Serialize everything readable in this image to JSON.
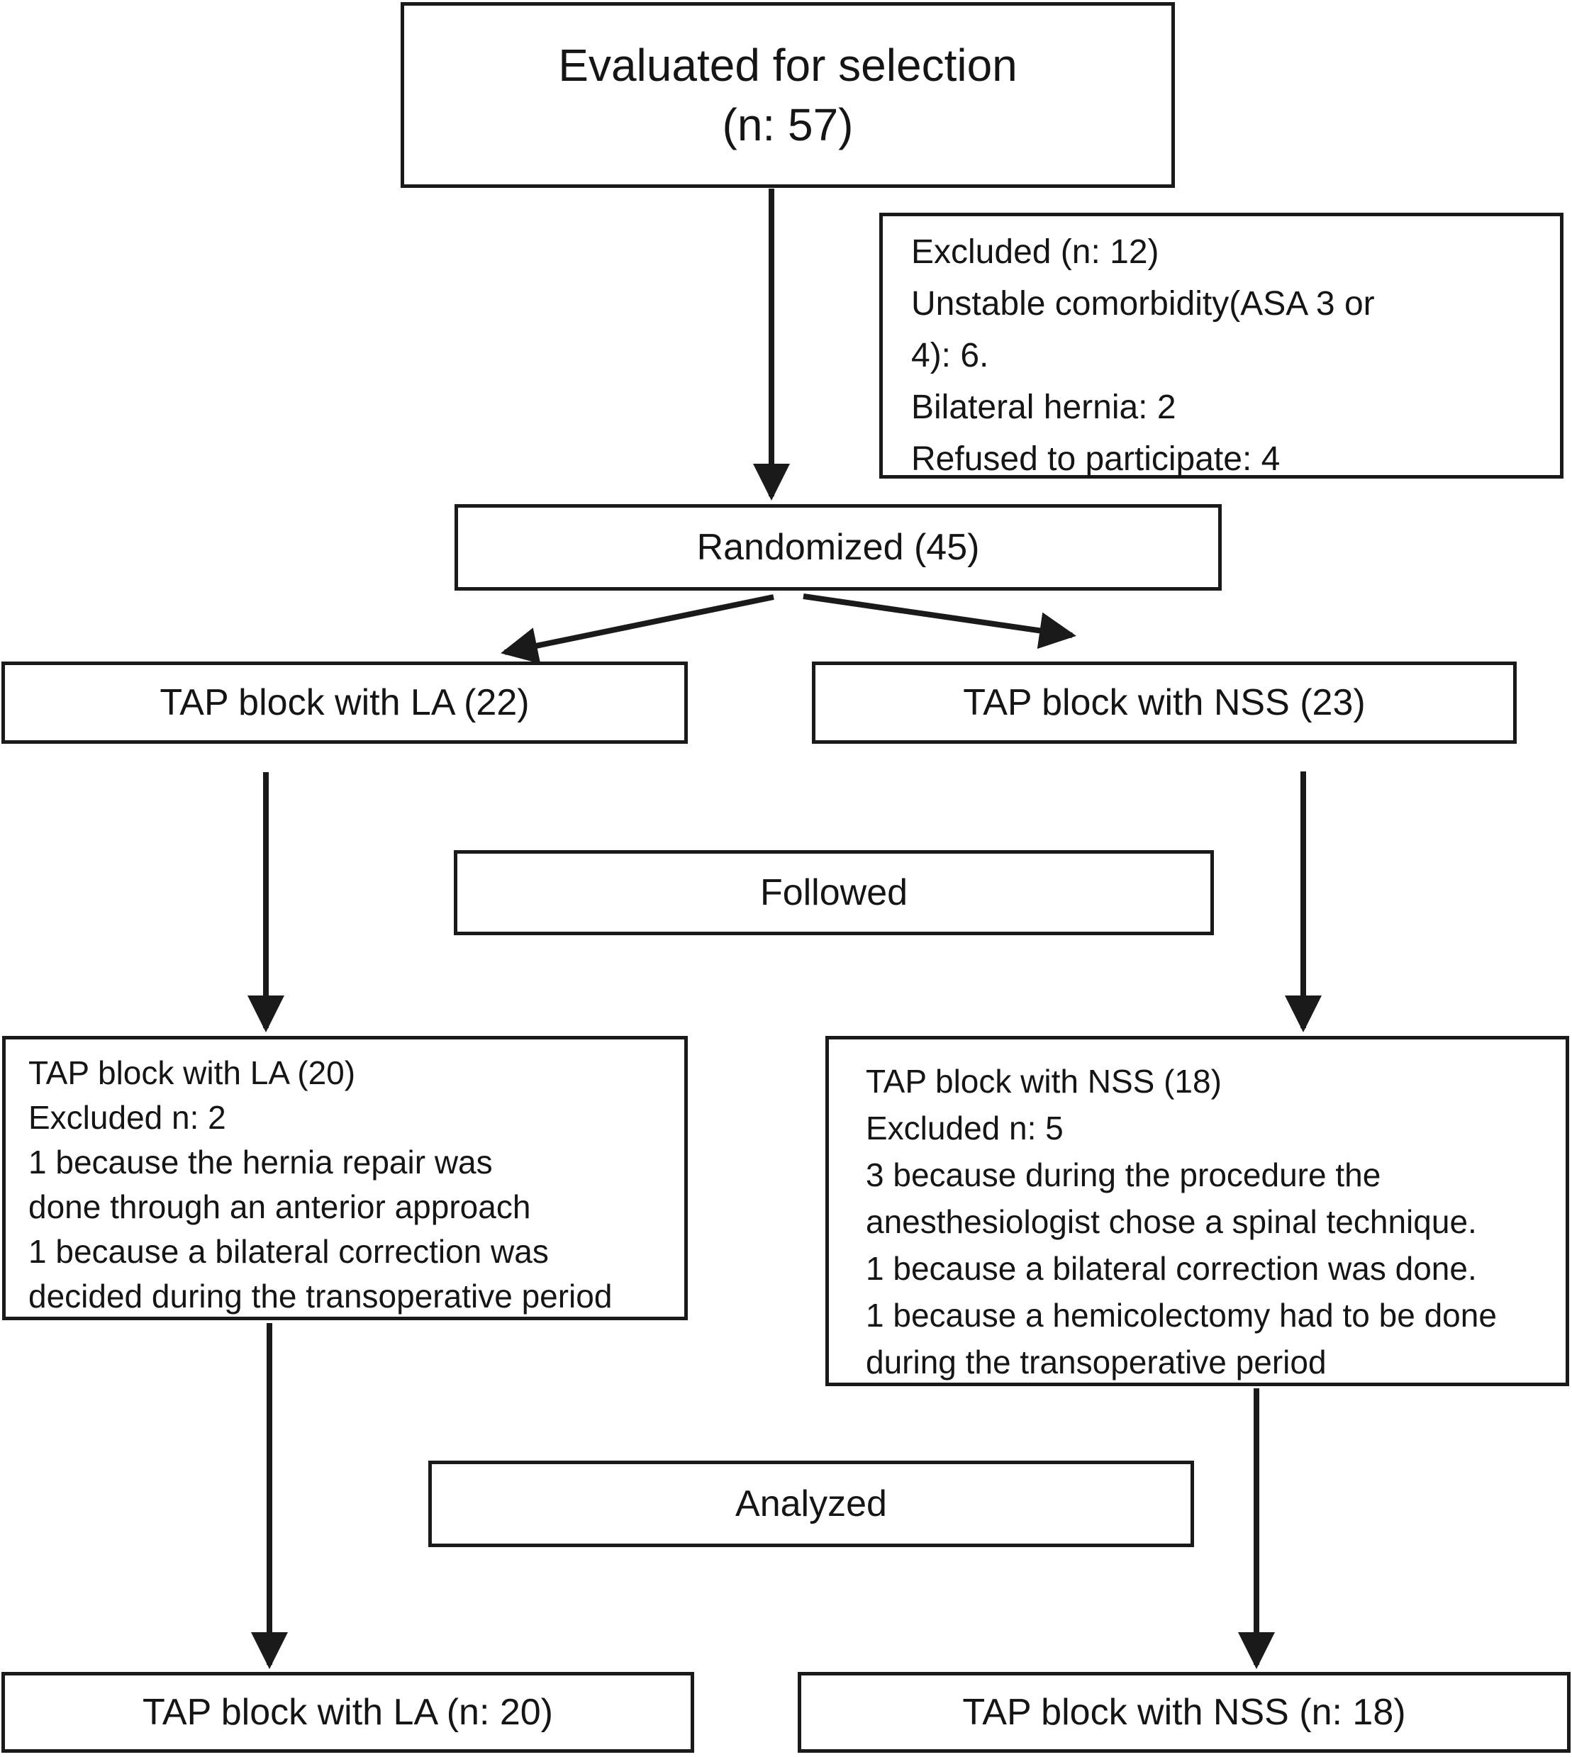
{
  "flowchart": {
    "title": "CONSORT-style participant flow diagram",
    "colors": {
      "ink": "#1a1a1a",
      "background": "#ffffff"
    },
    "nodes": {
      "evaluated": {
        "lines": [
          "Evaluated for selection",
          "(n: 57)"
        ]
      },
      "excluded": {
        "lines": [
          "Excluded (n: 12)",
          "Unstable comorbidity(ASA 3 or",
          "4): 6.",
          "Bilateral hernia: 2",
          "Refused to participate: 4"
        ]
      },
      "randomized": {
        "label": "Randomized (45)"
      },
      "tap_la": {
        "label": "TAP block with LA (22)"
      },
      "tap_nss": {
        "label": "TAP block with NSS (23)"
      },
      "followed": {
        "label": "Followed"
      },
      "tap_la_detail": {
        "lines": [
          "TAP block with LA (20)",
          "Excluded n: 2",
          "1 because the hernia repair was",
          "done through an anterior approach",
          "1 because a bilateral correction was",
          "decided during the transoperative period"
        ]
      },
      "tap_nss_detail": {
        "lines": [
          "TAP block with NSS (18)",
          "Excluded n: 5",
          "3 because during the procedure the",
          "anesthesiologist chose a spinal technique.",
          "1 because a bilateral correction was done.",
          "1 because a hemicolectomy had to be done",
          "during the transoperative period"
        ]
      },
      "analyzed": {
        "label": "Analyzed"
      },
      "tap_la_final": {
        "label": "TAP block with LA (n: 20)"
      },
      "tap_nss_final": {
        "label": "TAP block with NSS (n: 18)"
      }
    }
  }
}
